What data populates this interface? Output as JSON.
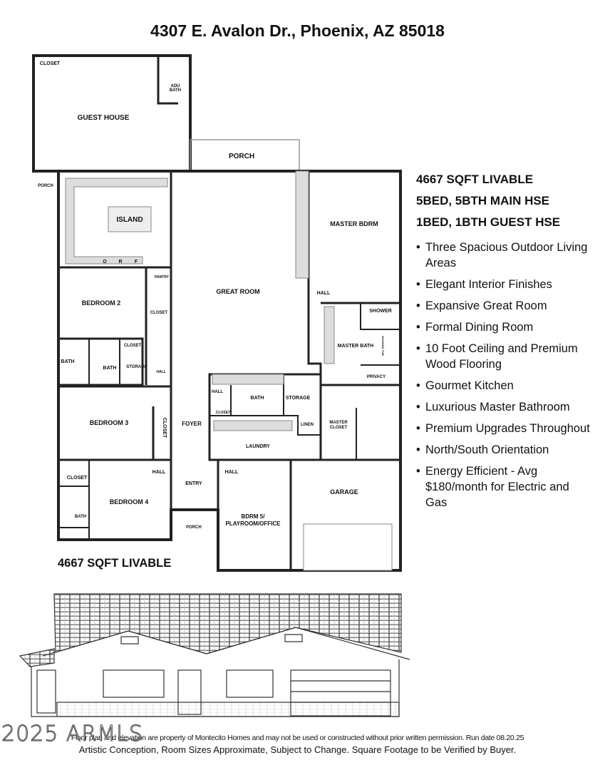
{
  "title": "4307 E. Avalon Dr., Phoenix, AZ 85018",
  "rooms": {
    "guest_closet": "CLOSET",
    "adu_bath_1": "ADU",
    "adu_bath_2": "BATH",
    "guest_house": "GUEST HOUSE",
    "guest_porch": "PORCH",
    "porch": "PORCH",
    "island": "ISLAND",
    "orf_o": "O",
    "orf_r": "R",
    "orf_f": "F",
    "pantry": "PANTRY",
    "great_room": "GREAT ROOM",
    "master_bdrm": "MASTER BDRM",
    "master_hall": "HALL",
    "shower": "SHOWER",
    "master_bath": "MASTER BATH",
    "privacy": "PRIVACY",
    "tub": "SOAKING TUB",
    "bedroom2": "BEDROOM 2",
    "closet_b2": "CLOSET",
    "closet_b2b": "CLOSET",
    "bath_a": "BATH",
    "bath_b": "BATH",
    "storage_a": "STORAGE",
    "hall_a": "HALL",
    "bedroom3": "BEDROOM 3",
    "closet_b3": "CLOSET",
    "foyer": "FOYER",
    "hall_b": "HALL",
    "bath_c": "BATH",
    "closet_c": "CLOSET",
    "storage_b": "STORAGE",
    "linen": "LINEN",
    "master_closet_1": "MASTER",
    "master_closet_2": "CLOSET",
    "laundry": "LAUNDRY",
    "closet_b4": "CLOSET",
    "hall_c": "HALL",
    "bedroom4": "BEDROOM 4",
    "bath_d": "BATH",
    "entry": "ENTRY",
    "front_porch": "PORCH",
    "hall_d": "HALL",
    "bdrm5_1": "BDRM 5/",
    "bdrm5_2": "PLAYROOM/OFFICE",
    "garage": "GARAGE"
  },
  "plan_sqft": "4667 SQFT LIVABLE",
  "side": {
    "headings": [
      "4667 SQFT LIVABLE",
      "5BED, 5BTH MAIN HSE",
      "1BED, 1BTH GUEST HSE"
    ],
    "features": [
      "Three Spacious Outdoor Living Areas",
      "Elegant Interior Finishes",
      "Expansive Great Room",
      "Formal Dining Room",
      "10 Foot Ceiling and Premium Wood Flooring",
      "Gourmet Kitchen",
      "Luxurious Master Bathroom",
      "Premium Upgrades Throughout",
      "North/South Orientation",
      "Energy Efficient - Avg $180/month for Electric and Gas"
    ]
  },
  "footer": {
    "line1": "Floor plan and elevation are property of Montecito Homes and may not be used or constructed without prior written permission. Run date 08.20.25",
    "line2": "Artistic Conception, Room Sizes Approximate, Subject to Change. Square Footage to be Verified by Buyer."
  },
  "watermark": "2025 ARMLS"
}
